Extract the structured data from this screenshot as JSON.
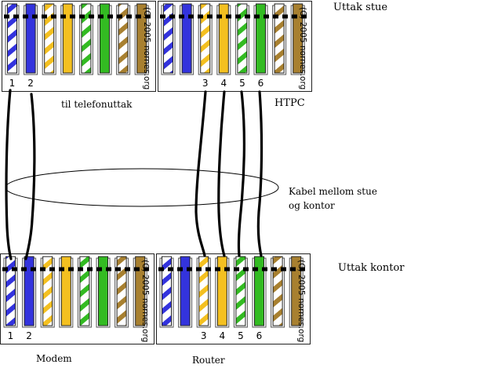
{
  "labels": {
    "uttak_stue": "Uttak stue",
    "htpc": "HTPC",
    "til_telefonuttak": "til telefonuttak",
    "kabel_line1": "Kabel mellom stue",
    "kabel_line2": "og kontor",
    "uttak_kontor": "Uttak kontor",
    "modem": "Modem",
    "router": "Router"
  },
  "copyright": "(C) 2005 nornes.org",
  "wire_colors": {
    "blue": "#3333dd",
    "orange": "#f4c020",
    "green": "#33bb22",
    "brown": "#a88030",
    "outline": "#222222"
  },
  "panels": {
    "stue_left": {
      "numbers": [
        "1",
        "2"
      ]
    },
    "stue_right": {
      "numbers": [
        "3",
        "4",
        "5",
        "6"
      ]
    },
    "kontor_left": {
      "numbers": [
        "1",
        "2"
      ]
    },
    "kontor_right": {
      "numbers": [
        "3",
        "4",
        "5",
        "6"
      ]
    }
  }
}
